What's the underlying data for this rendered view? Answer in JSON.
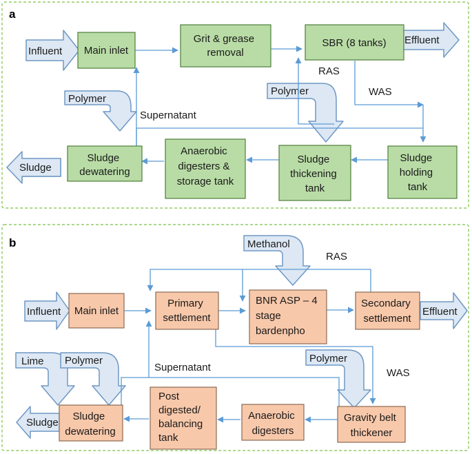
{
  "panels": [
    {
      "letter": "a",
      "boxes": {
        "main_inlet": [
          "Main inlet"
        ],
        "grit": [
          "Grit & grease",
          "removal"
        ],
        "sbr": [
          "SBR (8 tanks)"
        ],
        "dewatering": [
          "Sludge",
          "dewatering"
        ],
        "digesters": [
          "Anaerobic",
          "digesters &",
          "storage tank"
        ],
        "thickening": [
          "Sludge",
          "thickening",
          "tank"
        ],
        "holding": [
          "Sludge",
          "holding",
          "tank"
        ]
      },
      "arrows": {
        "influent": "Influent",
        "effluent": "Effluent",
        "sludge": "Sludge",
        "polymer_1": "Polymer",
        "polymer_2": "Polymer"
      },
      "labels": {
        "ras": "RAS",
        "was": "WAS",
        "supernatant": "Supernatant"
      }
    },
    {
      "letter": "b",
      "boxes": {
        "main_inlet": [
          "Main inlet"
        ],
        "primary": [
          "Primary",
          "settlement"
        ],
        "bnr": [
          "BNR ASP – 4",
          "stage",
          "bardenpho"
        ],
        "secondary": [
          "Secondary",
          "settlement"
        ],
        "dewatering": [
          "Sludge",
          "dewatering"
        ],
        "post": [
          "Post",
          "digested/",
          "balancing",
          "tank"
        ],
        "digesters": [
          "Anaerobic",
          "digesters"
        ],
        "gravity": [
          "Gravity belt",
          "thickener"
        ]
      },
      "arrows": {
        "influent": "Influent",
        "effluent": "Effluent",
        "sludge": "Sludge",
        "methanol": "Methanol",
        "polymer": "Polymer",
        "lime": "Lime",
        "polymer_2": "Polymer"
      },
      "labels": {
        "ras": "RAS",
        "was": "WAS",
        "supernatant": "Supernatant"
      }
    }
  ],
  "colors": {
    "panel_a_fill": "#b9dca6",
    "panel_b_fill": "#f8c8aa",
    "flow_line": "#5b9bd5",
    "frame": "#7ac143"
  }
}
